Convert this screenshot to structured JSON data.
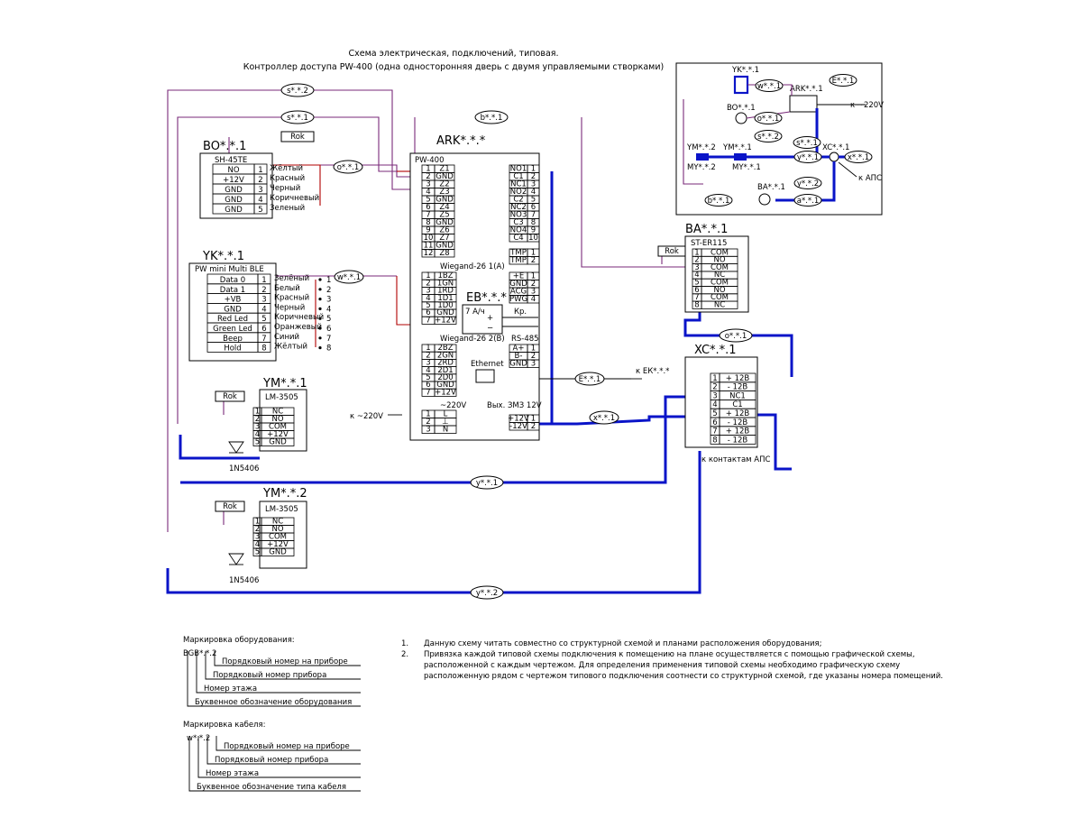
{
  "title": {
    "line1": "Схема электрическая,  подключений, типовая.",
    "line2": "Контроллер доступа PW-400 (одна односторонняя дверь с двумя управляемыми створками)"
  },
  "controller": {
    "id": "ARK*.*.*",
    "model": "PW-400",
    "left_pins": [
      {
        "n": "1",
        "s": "Z1"
      },
      {
        "n": "2",
        "s": "GND"
      },
      {
        "n": "3",
        "s": "Z2"
      },
      {
        "n": "4",
        "s": "Z3"
      },
      {
        "n": "5",
        "s": "GND"
      },
      {
        "n": "6",
        "s": "Z4"
      },
      {
        "n": "7",
        "s": "Z5"
      },
      {
        "n": "8",
        "s": "GND"
      },
      {
        "n": "9",
        "s": "Z6"
      },
      {
        "n": "10",
        "s": "Z7"
      },
      {
        "n": "11",
        "s": "GND"
      },
      {
        "n": "12",
        "s": "Z8"
      }
    ],
    "right_pins": [
      {
        "n": "1",
        "s": "NO1"
      },
      {
        "n": "2",
        "s": "C1"
      },
      {
        "n": "3",
        "s": "NC1"
      },
      {
        "n": "4",
        "s": "NO2"
      },
      {
        "n": "5",
        "s": "C2"
      },
      {
        "n": "6",
        "s": "NC2"
      },
      {
        "n": "7",
        "s": "NO3"
      },
      {
        "n": "8",
        "s": "C3"
      },
      {
        "n": "9",
        "s": "NO4"
      },
      {
        "n": "10",
        "s": "C4"
      }
    ],
    "wiegand1_title": "Wiegand-26 1(A)",
    "wiegand1_pins": [
      {
        "n": "1",
        "s": "1BZ"
      },
      {
        "n": "2",
        "s": "1GN"
      },
      {
        "n": "3",
        "s": "1RD"
      },
      {
        "n": "4",
        "s": "1D1"
      },
      {
        "n": "5",
        "s": "1D0"
      },
      {
        "n": "6",
        "s": "GND"
      },
      {
        "n": "7",
        "s": "+12V"
      }
    ],
    "wiegand2_title": "Wiegand-26 2(B)",
    "wiegand2_pins": [
      {
        "n": "1",
        "s": "2BZ"
      },
      {
        "n": "2",
        "s": "2GN"
      },
      {
        "n": "3",
        "s": "2RD"
      },
      {
        "n": "4",
        "s": "2D1"
      },
      {
        "n": "5",
        "s": "2D0"
      },
      {
        "n": "6",
        "s": "GND"
      },
      {
        "n": "7",
        "s": "+12V"
      }
    ],
    "tmp_pins": [
      {
        "n": "1",
        "s": "TMP"
      },
      {
        "n": "2",
        "s": "TMP"
      }
    ],
    "pwr_pins": [
      {
        "n": "1",
        "s": "+E"
      },
      {
        "n": "2",
        "s": "GND"
      },
      {
        "n": "3",
        "s": "ACG"
      },
      {
        "n": "4",
        "s": "PWG"
      }
    ],
    "rs485_title": "RS-485",
    "rs485_pins": [
      {
        "n": "1",
        "s": "A+"
      },
      {
        "n": "2",
        "s": "B-"
      },
      {
        "n": "3",
        "s": "GND"
      }
    ],
    "ethernet": "Ethernet",
    "mains_title": "~220V",
    "mains_pins": [
      {
        "n": "1",
        "s": "L"
      },
      {
        "n": "2",
        "s": "⊥"
      },
      {
        "n": "3",
        "s": "N"
      }
    ],
    "out_title": "Вых. ЗМЗ 12V",
    "out_pins": [
      {
        "n": "1",
        "s": "+12V"
      },
      {
        "n": "2",
        "s": "-12V"
      }
    ]
  },
  "battery": {
    "id": "EB*.*.*",
    "rating": "7 А/ч",
    "plus": "+",
    "minus": "−",
    "contacts": "Кр."
  },
  "button": {
    "id": "BO*.*.1",
    "model": "SH-45TE",
    "rows": [
      {
        "s": "NO",
        "n": "1",
        "c": "Жёлтый"
      },
      {
        "s": "+12V",
        "n": "2",
        "c": "Красный"
      },
      {
        "s": "GND",
        "n": "3",
        "c": "Черный"
      },
      {
        "s": "GND",
        "n": "4",
        "c": "Коричневый"
      },
      {
        "s": "GND",
        "n": "5",
        "c": "Зеленый"
      }
    ],
    "resistor": "Rok"
  },
  "reader": {
    "id": "YK*.*.1",
    "model": "PW mini Multi BLE",
    "rows": [
      {
        "s": "Data 0",
        "n": "1",
        "c": "Зелёный"
      },
      {
        "s": "Data 1",
        "n": "2",
        "c": "Белый"
      },
      {
        "s": "+VB",
        "n": "3",
        "c": "Красный"
      },
      {
        "s": "GND",
        "n": "4",
        "c": "Черный"
      },
      {
        "s": "Red Led",
        "n": "5",
        "c": "Коричневый"
      },
      {
        "s": "Green Led",
        "n": "6",
        "c": "Оранжевый"
      },
      {
        "s": "Beep",
        "n": "7",
        "c": "Синий"
      },
      {
        "s": "Hold",
        "n": "8",
        "c": "Жёлтый"
      }
    ]
  },
  "lock1": {
    "id": "YM*.*.1",
    "model": "LM-3505",
    "resistor": "Rok",
    "diode": "1N5406",
    "rows": [
      {
        "n": "1",
        "s": "NC"
      },
      {
        "n": "2",
        "s": "NO"
      },
      {
        "n": "3",
        "s": "COM"
      },
      {
        "n": "4",
        "s": "+12V"
      },
      {
        "n": "5",
        "s": "GND"
      }
    ]
  },
  "lock2": {
    "id": "YM*.*.2",
    "model": "LM-3505",
    "resistor": "Rok",
    "diode": "1N5406",
    "rows": [
      {
        "n": "1",
        "s": "NC"
      },
      {
        "n": "2",
        "s": "NO"
      },
      {
        "n": "3",
        "s": "COM"
      },
      {
        "n": "4",
        "s": "+12V"
      },
      {
        "n": "5",
        "s": "GND"
      }
    ]
  },
  "alarm": {
    "id": "BA*.*.1",
    "model": "ST-ER115",
    "resistor": "Rok",
    "rows": [
      {
        "n": "1",
        "s": "COM"
      },
      {
        "n": "2",
        "s": "NO"
      },
      {
        "n": "3",
        "s": "COM"
      },
      {
        "n": "4",
        "s": "NC"
      },
      {
        "n": "5",
        "s": "COM"
      },
      {
        "n": "6",
        "s": "NO"
      },
      {
        "n": "7",
        "s": "COM"
      },
      {
        "n": "8",
        "s": "NC"
      }
    ]
  },
  "terminal": {
    "id": "XC*.*.1",
    "rows": [
      {
        "n": "1",
        "s": "+ 12В"
      },
      {
        "n": "2",
        "s": "- 12В"
      },
      {
        "n": "3",
        "s": "NC1"
      },
      {
        "n": "4",
        "s": "C1"
      },
      {
        "n": "5",
        "s": "+ 12В"
      },
      {
        "n": "6",
        "s": "- 12В"
      },
      {
        "n": "7",
        "s": "+ 12В"
      },
      {
        "n": "8",
        "s": "- 12В"
      }
    ],
    "note": "к контактам АПС"
  },
  "cables": {
    "s2": "s*.*.2",
    "s1": "s*.*.1",
    "b1": "b*.*.1",
    "o1": "o*.*.1",
    "w1": "w*.*.1",
    "E1": "E*.*.1",
    "x1": "x*.*.1",
    "y1": "y*.*.1",
    "y2": "y*.*.2",
    "a1": "a*.*.1"
  },
  "labels": {
    "to_ek": "к ЕК*.*.*",
    "to_220": "к ~220V",
    "to_aps": "к АПС",
    "to_220_ov": "к ~220V"
  },
  "overview": {
    "yk": "YK*.*.1",
    "ark": "ARK*.*.1",
    "bo": "BO*.*.1",
    "ym2": "YM*.*.2",
    "ym1": "YM*.*.1",
    "my2": "MY*.*.2",
    "my1": "MY*.*.1",
    "xc": "XC*.*.1",
    "ba": "BA*.*.1",
    "w": "w*.*.1",
    "E": "E*.*.1",
    "o": "o*.*.1",
    "s2": "s*.*.2",
    "s1": "s*.*.1",
    "y1": "y*.*.1",
    "x": "x*.*.1",
    "y2": "y*.*.2",
    "b": "b*.*.1",
    "a": "a*.*.1"
  },
  "legend_equipment": {
    "title": "Маркировка оборудования:",
    "code": "BGB*.*.2",
    "lines": [
      "Порядковый номер на приборе",
      "Порядковый номер прибора",
      "Номер этажа",
      "Буквенное обозначение оборудования"
    ]
  },
  "legend_cable": {
    "title": "Маркировка кабеля:",
    "code": "w*.*.2",
    "lines": [
      "Порядковый номер на приборе",
      "Порядковый номер прибора",
      "Номер этажа",
      "Буквенное обозначение типа кабеля"
    ]
  },
  "notes": [
    {
      "n": "1.",
      "lines": [
        "Данную схему читать совместно со структурной схемой и планами расположения оборудования;"
      ]
    },
    {
      "n": "2.",
      "lines": [
        "Привязка каждой типовой схемы подключения к помещению на плане осуществляется с помощью графической схемы,",
        "расположенной с каждым чертежом. Для определения применения типовой схемы необходимо графическую схему",
        "расположенную рядом с чертежом типового подключения соотнести со структурной схемой, где указаны номера помещений."
      ]
    }
  ]
}
